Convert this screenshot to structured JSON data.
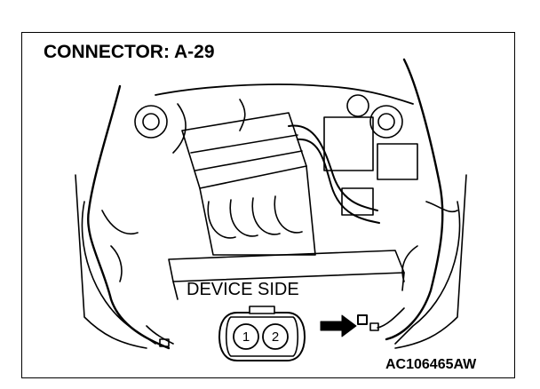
{
  "title": "CONNECTOR: A-29",
  "device_side_label": "DEVICE SIDE",
  "figure_code": "AC106465AW",
  "connector": {
    "pins": [
      "1",
      "2"
    ]
  },
  "icons": {
    "pointer": "arrow-right-icon",
    "connector": "connector-2pin-icon",
    "engine": "engine-bay-illustration"
  },
  "colors": {
    "line": "#000000",
    "background": "#ffffff"
  }
}
